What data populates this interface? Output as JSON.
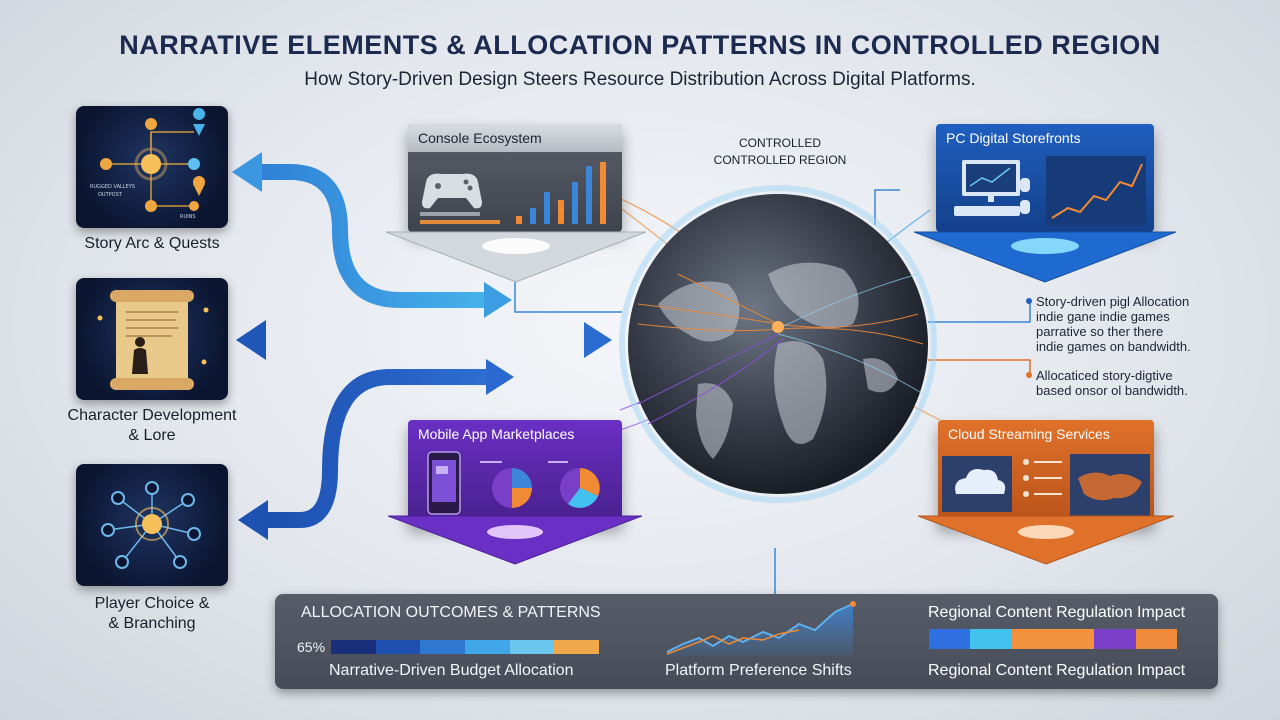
{
  "header": {
    "title": "NARRATIVE ELEMENTS & ALLOCATION PATTERNS IN CONTROLLED REGION",
    "subtitle": "How Story-Driven Design Steers Resource Distribution Across Digital Platforms."
  },
  "narrative_elements": [
    {
      "label": "Story Arc & Quests",
      "icon": "quest-map-icon"
    },
    {
      "label_lines": [
        "Character Development",
        "& Lore"
      ],
      "icon": "scroll-character-icon"
    },
    {
      "label_lines": [
        "Player Choice &",
        "& Branching"
      ],
      "icon": "branching-network-icon"
    }
  ],
  "quest_map_tiny_text": [
    "RUGGED VALLEYS",
    "OUTPOST",
    "RUINS"
  ],
  "globe": {
    "label_line1": "CONTROLLED",
    "label_line2": "CONTROLLED REGION"
  },
  "platforms": {
    "console": {
      "title": "Console Ecosystem",
      "accent": "#6b7280",
      "icon": "gamepad-icon"
    },
    "pc": {
      "title": "PC Digital Storefronts",
      "accent": "#1f5fbf",
      "icon": "desktop-computer-icon"
    },
    "mobile": {
      "title": "Mobile App Marketplaces",
      "accent": "#6a2fc4",
      "icon": "smartphone-icon"
    },
    "cloud": {
      "title": "Cloud Streaming Services",
      "accent": "#e0712a",
      "icon": "cloud-icon"
    }
  },
  "notes": {
    "blue": [
      "Story-driven pigl Allocation",
      "indie gane indie games",
      "parrative so ther there",
      "indie games on bandwidth."
    ],
    "orange": [
      "Allocaticed story-digtive",
      "based onsor ol bandwidth."
    ]
  },
  "outcomes": {
    "heading": "ALLOCATION OUTCOMES & PATTERNS",
    "percent": "65%",
    "budget_label": "Narrative-Driven Budget Allocation",
    "platform_label": "Platform Preference Shifts",
    "regional_heading": "Regional Content Regulation Impact",
    "regional_label": "Regional Content Regulation Impact",
    "budget_bar_colors": [
      "#1a2f7a",
      "#1f4fb0",
      "#2f78d0",
      "#3fa6e8",
      "#6cc6f0",
      "#f0a84a"
    ],
    "regional_bar_colors": [
      "#2f6fe0",
      "#42c3ef",
      "#f2923f",
      "#f2923f",
      "#7a3fc8",
      "#ee8a3a"
    ]
  }
}
